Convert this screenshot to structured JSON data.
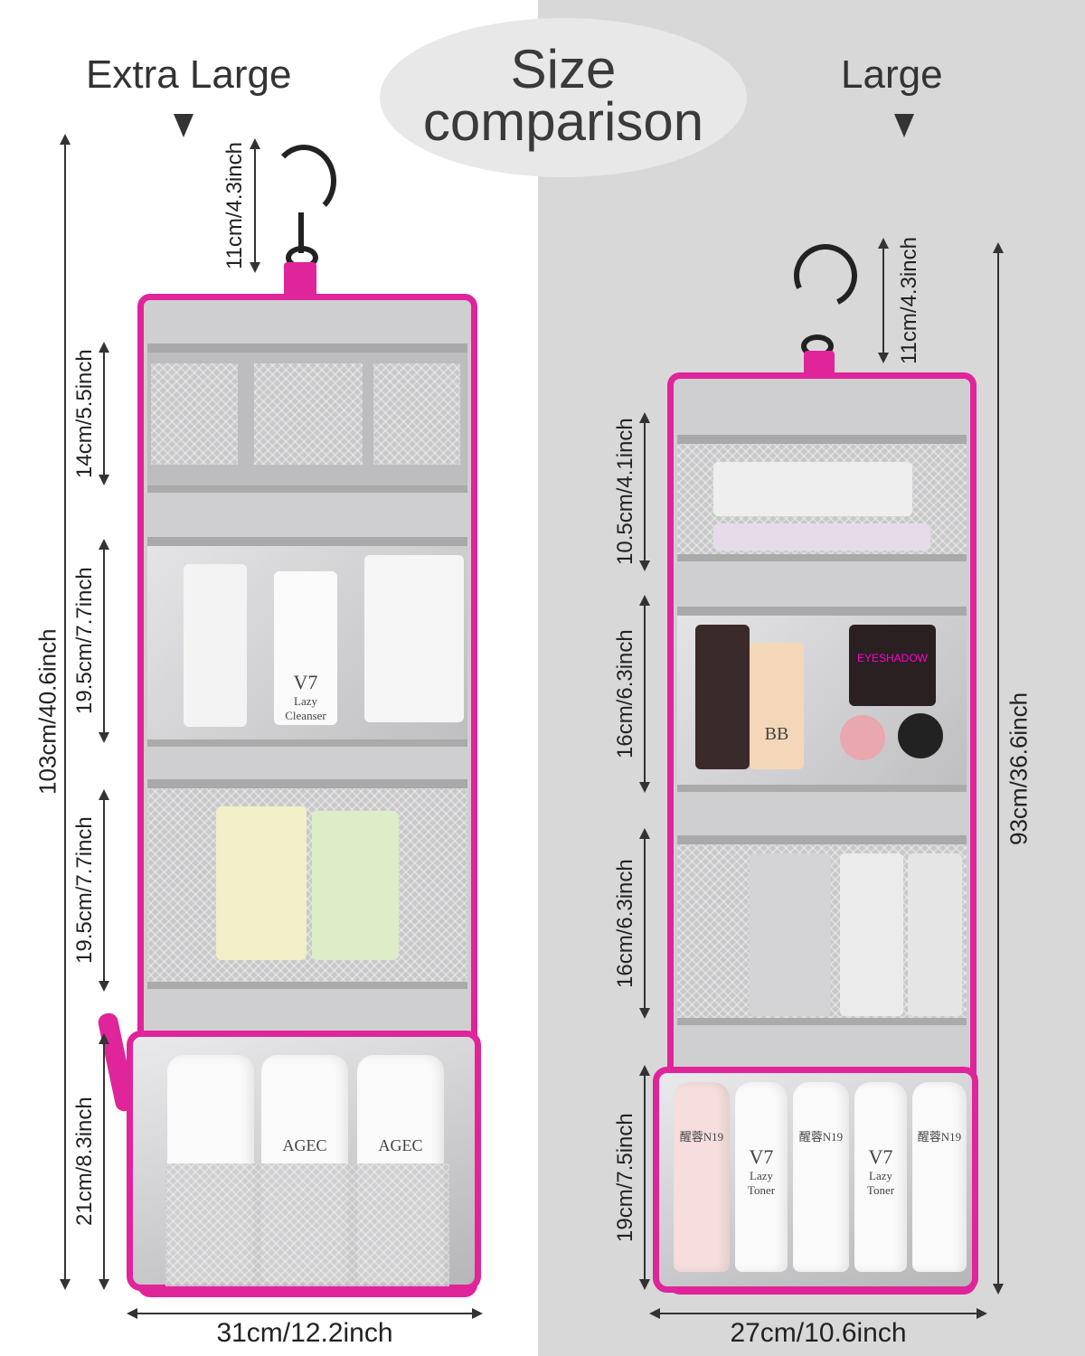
{
  "header": {
    "badge_line1": "Size",
    "badge_line2": "comparison",
    "left_title": "Extra Large",
    "right_title": "Large"
  },
  "extra_large": {
    "total_height": "103cm/40.6inch",
    "hook": "11cm/4.3inch",
    "sections": [
      "14cm/5.5inch",
      "19.5cm/7.7inch",
      "19.5cm/7.7inch",
      "21cm/8.3inch"
    ],
    "width": "31cm/12.2inch"
  },
  "large": {
    "total_height": "93cm/36.6inch",
    "hook": "11cm/4.3inch",
    "sections": [
      "10.5cm/4.1inch",
      "16cm/6.3inch",
      "16cm/6.3inch",
      "19cm/7.5inch"
    ],
    "width": "27cm/10.6inch"
  },
  "product_labels": {
    "v7": "V7",
    "lazy_cleanser": "Lazy Cleanser",
    "lazy_toner": "Lazy Toner",
    "eyeshadow": "EYESHADOW",
    "agec": "AGEC",
    "bb": "BB",
    "n19": "醒蓉N19"
  },
  "colors": {
    "accent": "#e0249a",
    "right_bg": "#d8d8d8"
  }
}
